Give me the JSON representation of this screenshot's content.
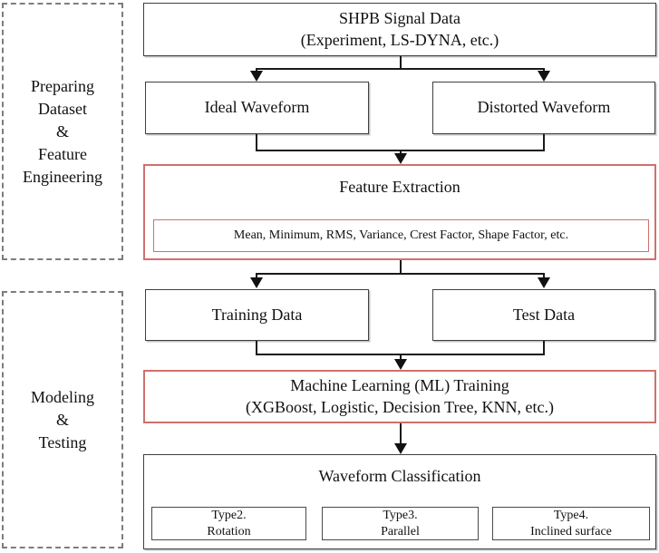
{
  "palette": {
    "red_accent": "#d0706e",
    "box_border": "#3f3f3f",
    "dashed_border": "#7d7d7d",
    "line_color": "#1a1a1a"
  },
  "side_labels": {
    "preparing": {
      "lines": [
        "Preparing",
        "Dataset",
        "&",
        "Feature",
        "Engineering"
      ]
    },
    "modeling": {
      "lines": [
        "Modeling",
        "&",
        "Testing"
      ]
    }
  },
  "flow": {
    "source": {
      "line1": "SHPB Signal Data",
      "line2": "(Experiment, LS-DYNA, etc.)"
    },
    "ideal_label": "Ideal Waveform",
    "distorted_label": "Distorted Waveform",
    "feature_extraction": {
      "title": "Feature Extraction",
      "features": "Mean, Minimum, RMS, Variance, Crest Factor, Shape Factor, etc."
    },
    "training_label": "Training Data",
    "test_label": "Test Data",
    "ml_training": {
      "line1": "Machine Learning (ML) Training",
      "line2": "(XGBoost, Logistic, Decision Tree, KNN, etc.)"
    },
    "classification": {
      "title": "Waveform Classification",
      "types": [
        {
          "line1": "Type2.",
          "line2": "Rotation"
        },
        {
          "line1": "Type3.",
          "line2": "Parallel"
        },
        {
          "line1": "Type4.",
          "line2": "Inclined surface"
        }
      ]
    }
  }
}
